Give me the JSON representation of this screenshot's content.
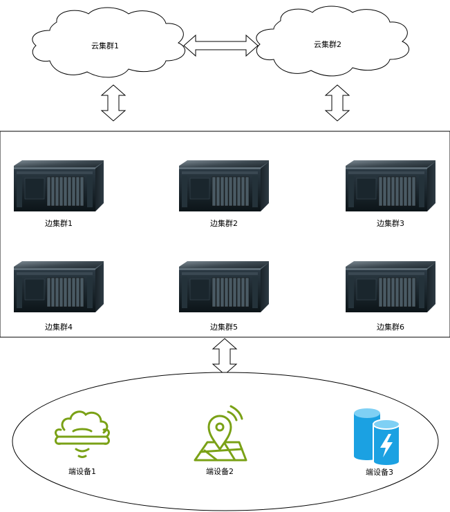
{
  "cloud": [
    {
      "label": "云集群1"
    },
    {
      "label": "云集群2"
    }
  ],
  "edge": [
    {
      "label": "边集群1"
    },
    {
      "label": "边集群2"
    },
    {
      "label": "边集群3"
    },
    {
      "label": "边集群4"
    },
    {
      "label": "边集群5"
    },
    {
      "label": "边集群6"
    }
  ],
  "devices": [
    {
      "label": "端设备1",
      "icon": "cloud-wrench-icon"
    },
    {
      "label": "端设备2",
      "icon": "map-location-icon"
    },
    {
      "label": "端设备3",
      "icon": "database-power-icon"
    }
  ],
  "colors": {
    "stroke": "#000000",
    "device_green": "#7aa116",
    "device_blue": "#1ba1e2"
  }
}
